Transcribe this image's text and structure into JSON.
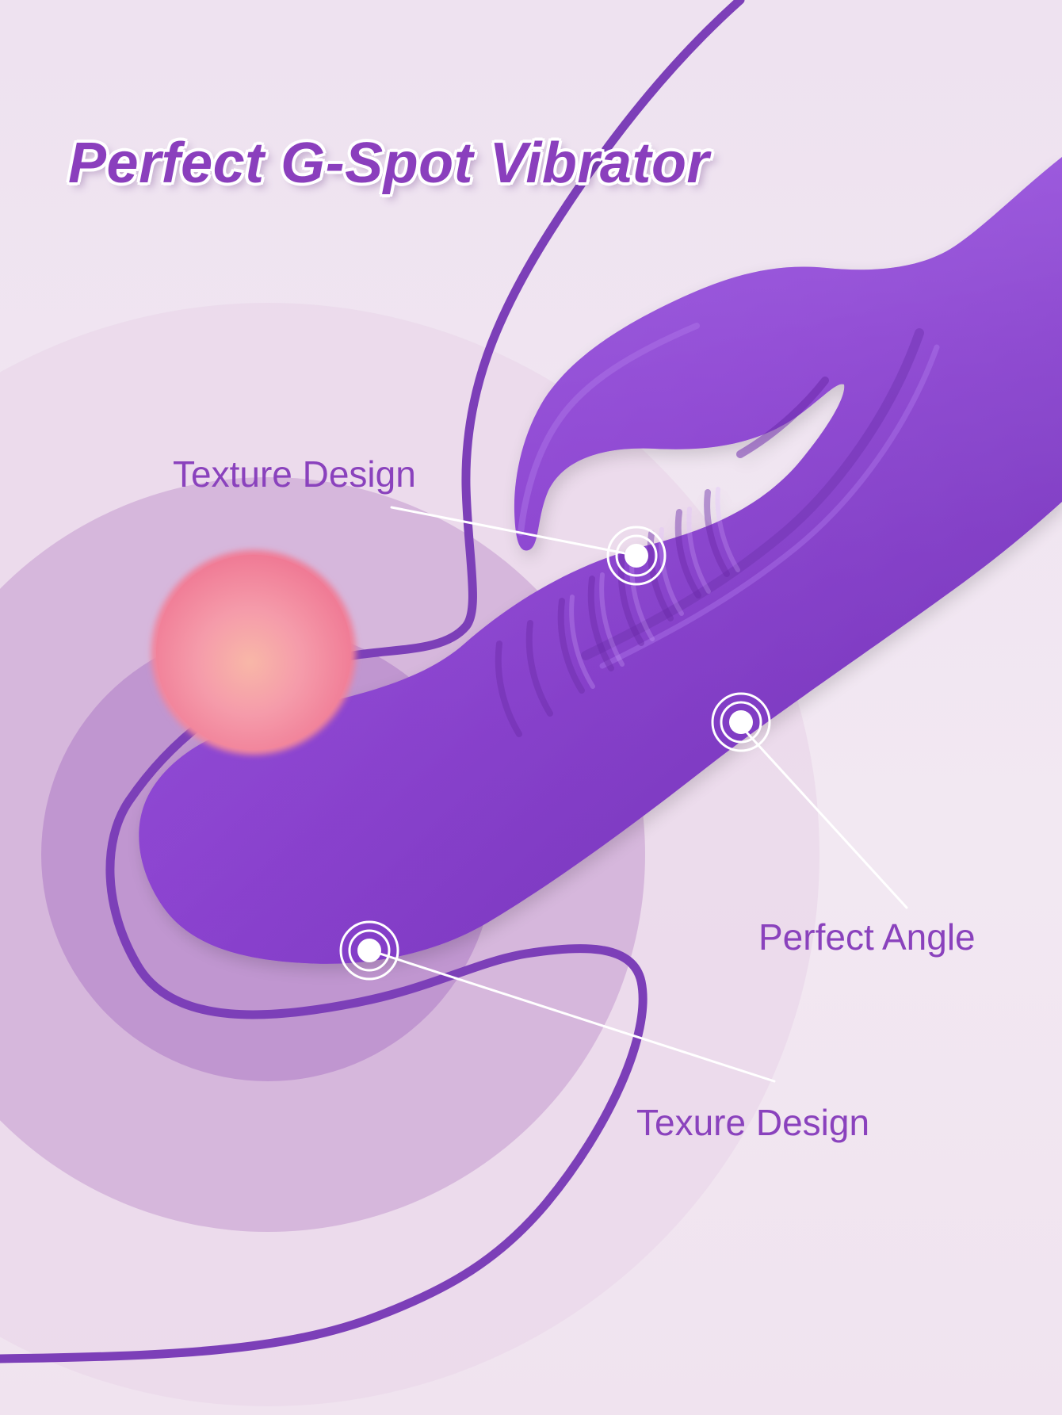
{
  "page": {
    "title": "Perfect G-Spot Vibrator"
  },
  "callouts": [
    {
      "label": "Texture Design"
    },
    {
      "label": "Perfect Angle"
    },
    {
      "label": "Texure Design"
    }
  ],
  "colors": {
    "background": "#f1e6f2",
    "product_purple": "#8e45d2",
    "product_shadow": "#6f31b2",
    "line_purple": "#7a3eb7",
    "ring_purple": "#b995d6",
    "ring_light": "#d6bfe0",
    "sphere_pink": "#f48aa2",
    "title_purple": "#8a3fbd",
    "label_purple": "#8a42bd",
    "white": "#ffffff"
  },
  "icons": {
    "callout_marker": "target-marker-icon"
  }
}
